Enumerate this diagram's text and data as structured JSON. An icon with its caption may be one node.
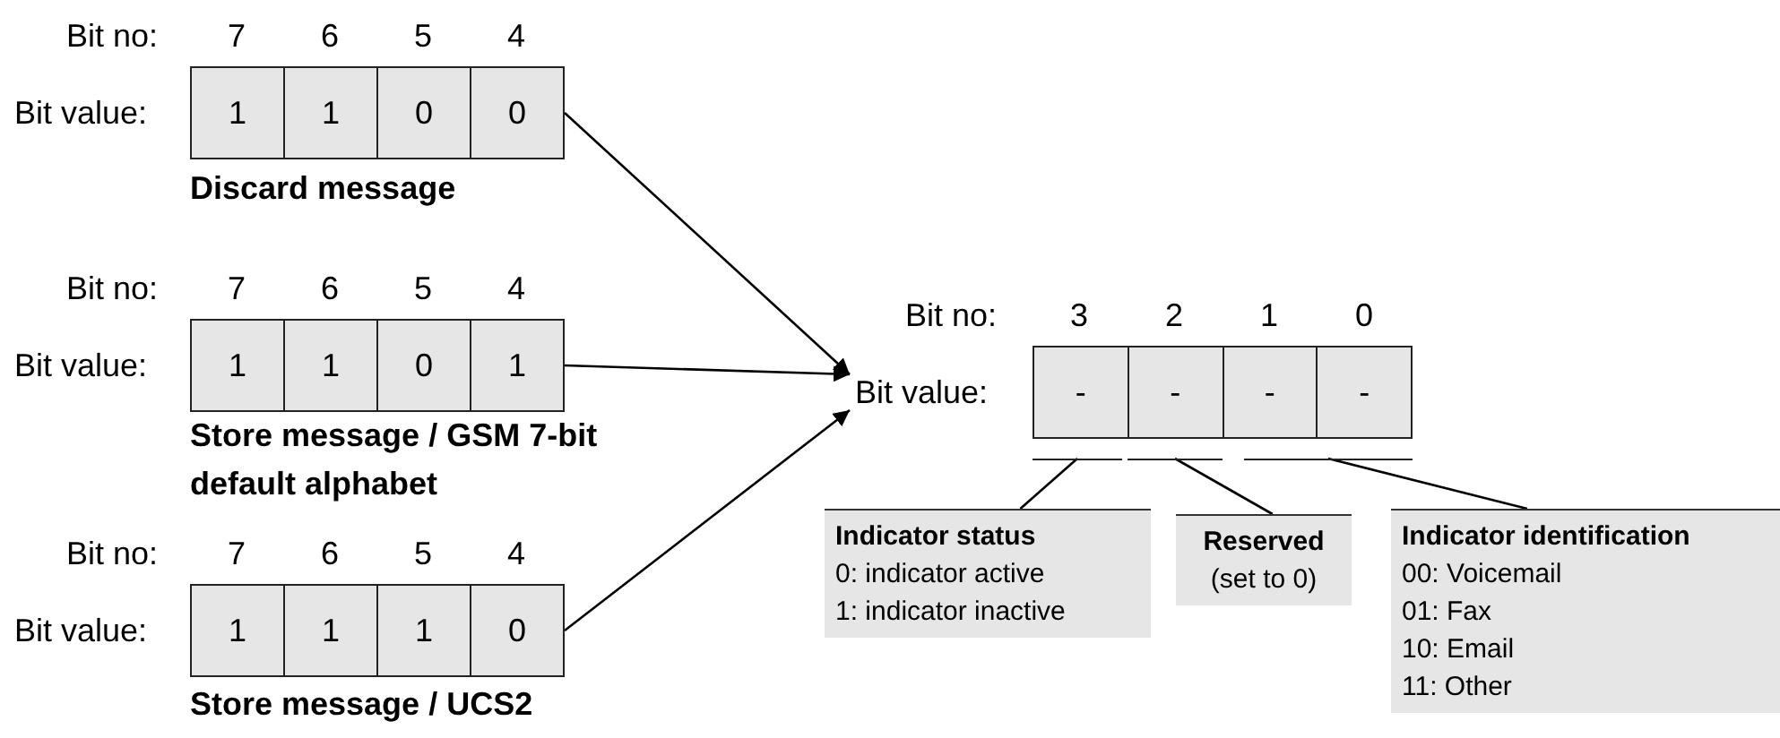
{
  "diagram": {
    "nodes": [
      {
        "text": [
          "1",
          "1",
          "0",
          "0"
        ],
        "beside": [
          "Discard message"
        ]
      },
      {
        "text": [
          "1",
          "1",
          "0",
          "1"
        ],
        "beside": [
          "Store message / GSM 7-bit default alphabet"
        ]
      },
      {
        "text": [
          "1",
          "1",
          "1",
          "0"
        ],
        "beside": [
          "Store message / UCS2"
        ]
      },
      {
        "text": [
          "Bit value:"
        ]
      },
      {
        "text": [
          "-",
          "-",
          "-",
          "-"
        ]
      },
      {
        "text": [],
        "shape": "bar"
      },
      {
        "text": [],
        "shape": "bar"
      },
      {
        "text": [],
        "shape": "bar"
      },
      {
        "text": [
          "Indicator status",
          "0: indicator active",
          "1: indicator inactive"
        ]
      },
      {
        "text": [
          "Reserved",
          "(set to 0)"
        ]
      },
      {
        "text": [
          "Indicator identification",
          "00: Voicemail",
          "01: Fax",
          "10: Email",
          "11: Other"
        ]
      }
    ],
    "edges": [
      {
        "from": 0,
        "to": 3,
        "arrow": "to"
      },
      {
        "from": 1,
        "to": 3,
        "arrow": "to"
      },
      {
        "from": 2,
        "to": 3,
        "arrow": "to"
      },
      {
        "from": 8,
        "to": 5,
        "arrow": "none"
      },
      {
        "from": 9,
        "to": 6,
        "arrow": "none"
      },
      {
        "from": 10,
        "to": 7,
        "arrow": "none"
      }
    ],
    "labels": [
      "Bit no:",
      "7",
      "6",
      "5",
      "4",
      "Bit value:",
      "Bit no:",
      "7",
      "6",
      "5",
      "4",
      "Bit value:",
      "Bit no:",
      "3",
      "2",
      "1",
      "0",
      "Bit no:",
      "7",
      "6",
      "5",
      "4",
      "Bit value:"
    ]
  }
}
